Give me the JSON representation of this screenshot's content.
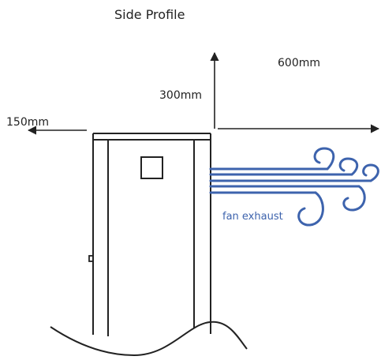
{
  "title": "Side Profile",
  "dimensions": {
    "left": "150mm",
    "top": "300mm",
    "right": "600mm"
  },
  "fan_label": "fan exhaust",
  "colors": {
    "ink": "#222222",
    "airflow": "#3d63ad"
  }
}
